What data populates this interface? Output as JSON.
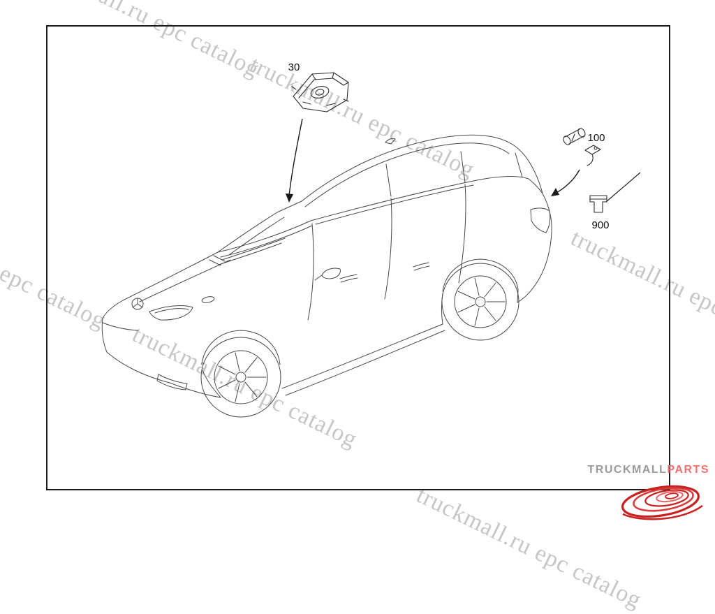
{
  "watermark": {
    "text": "truckmall.ru epc catalog",
    "color": "#c6c6c6"
  },
  "diagram": {
    "description_visible": "",
    "line_color": "#474747"
  },
  "parts": [
    {
      "label": "30"
    },
    {
      "label": "100"
    },
    {
      "label": "900"
    }
  ],
  "logo": {
    "name_gray": "TRUCKMALL",
    "name_red": "PARTS",
    "gray_color": "#9a9a9a",
    "red_color": "#f07070",
    "swirl_color": "#c92020"
  }
}
